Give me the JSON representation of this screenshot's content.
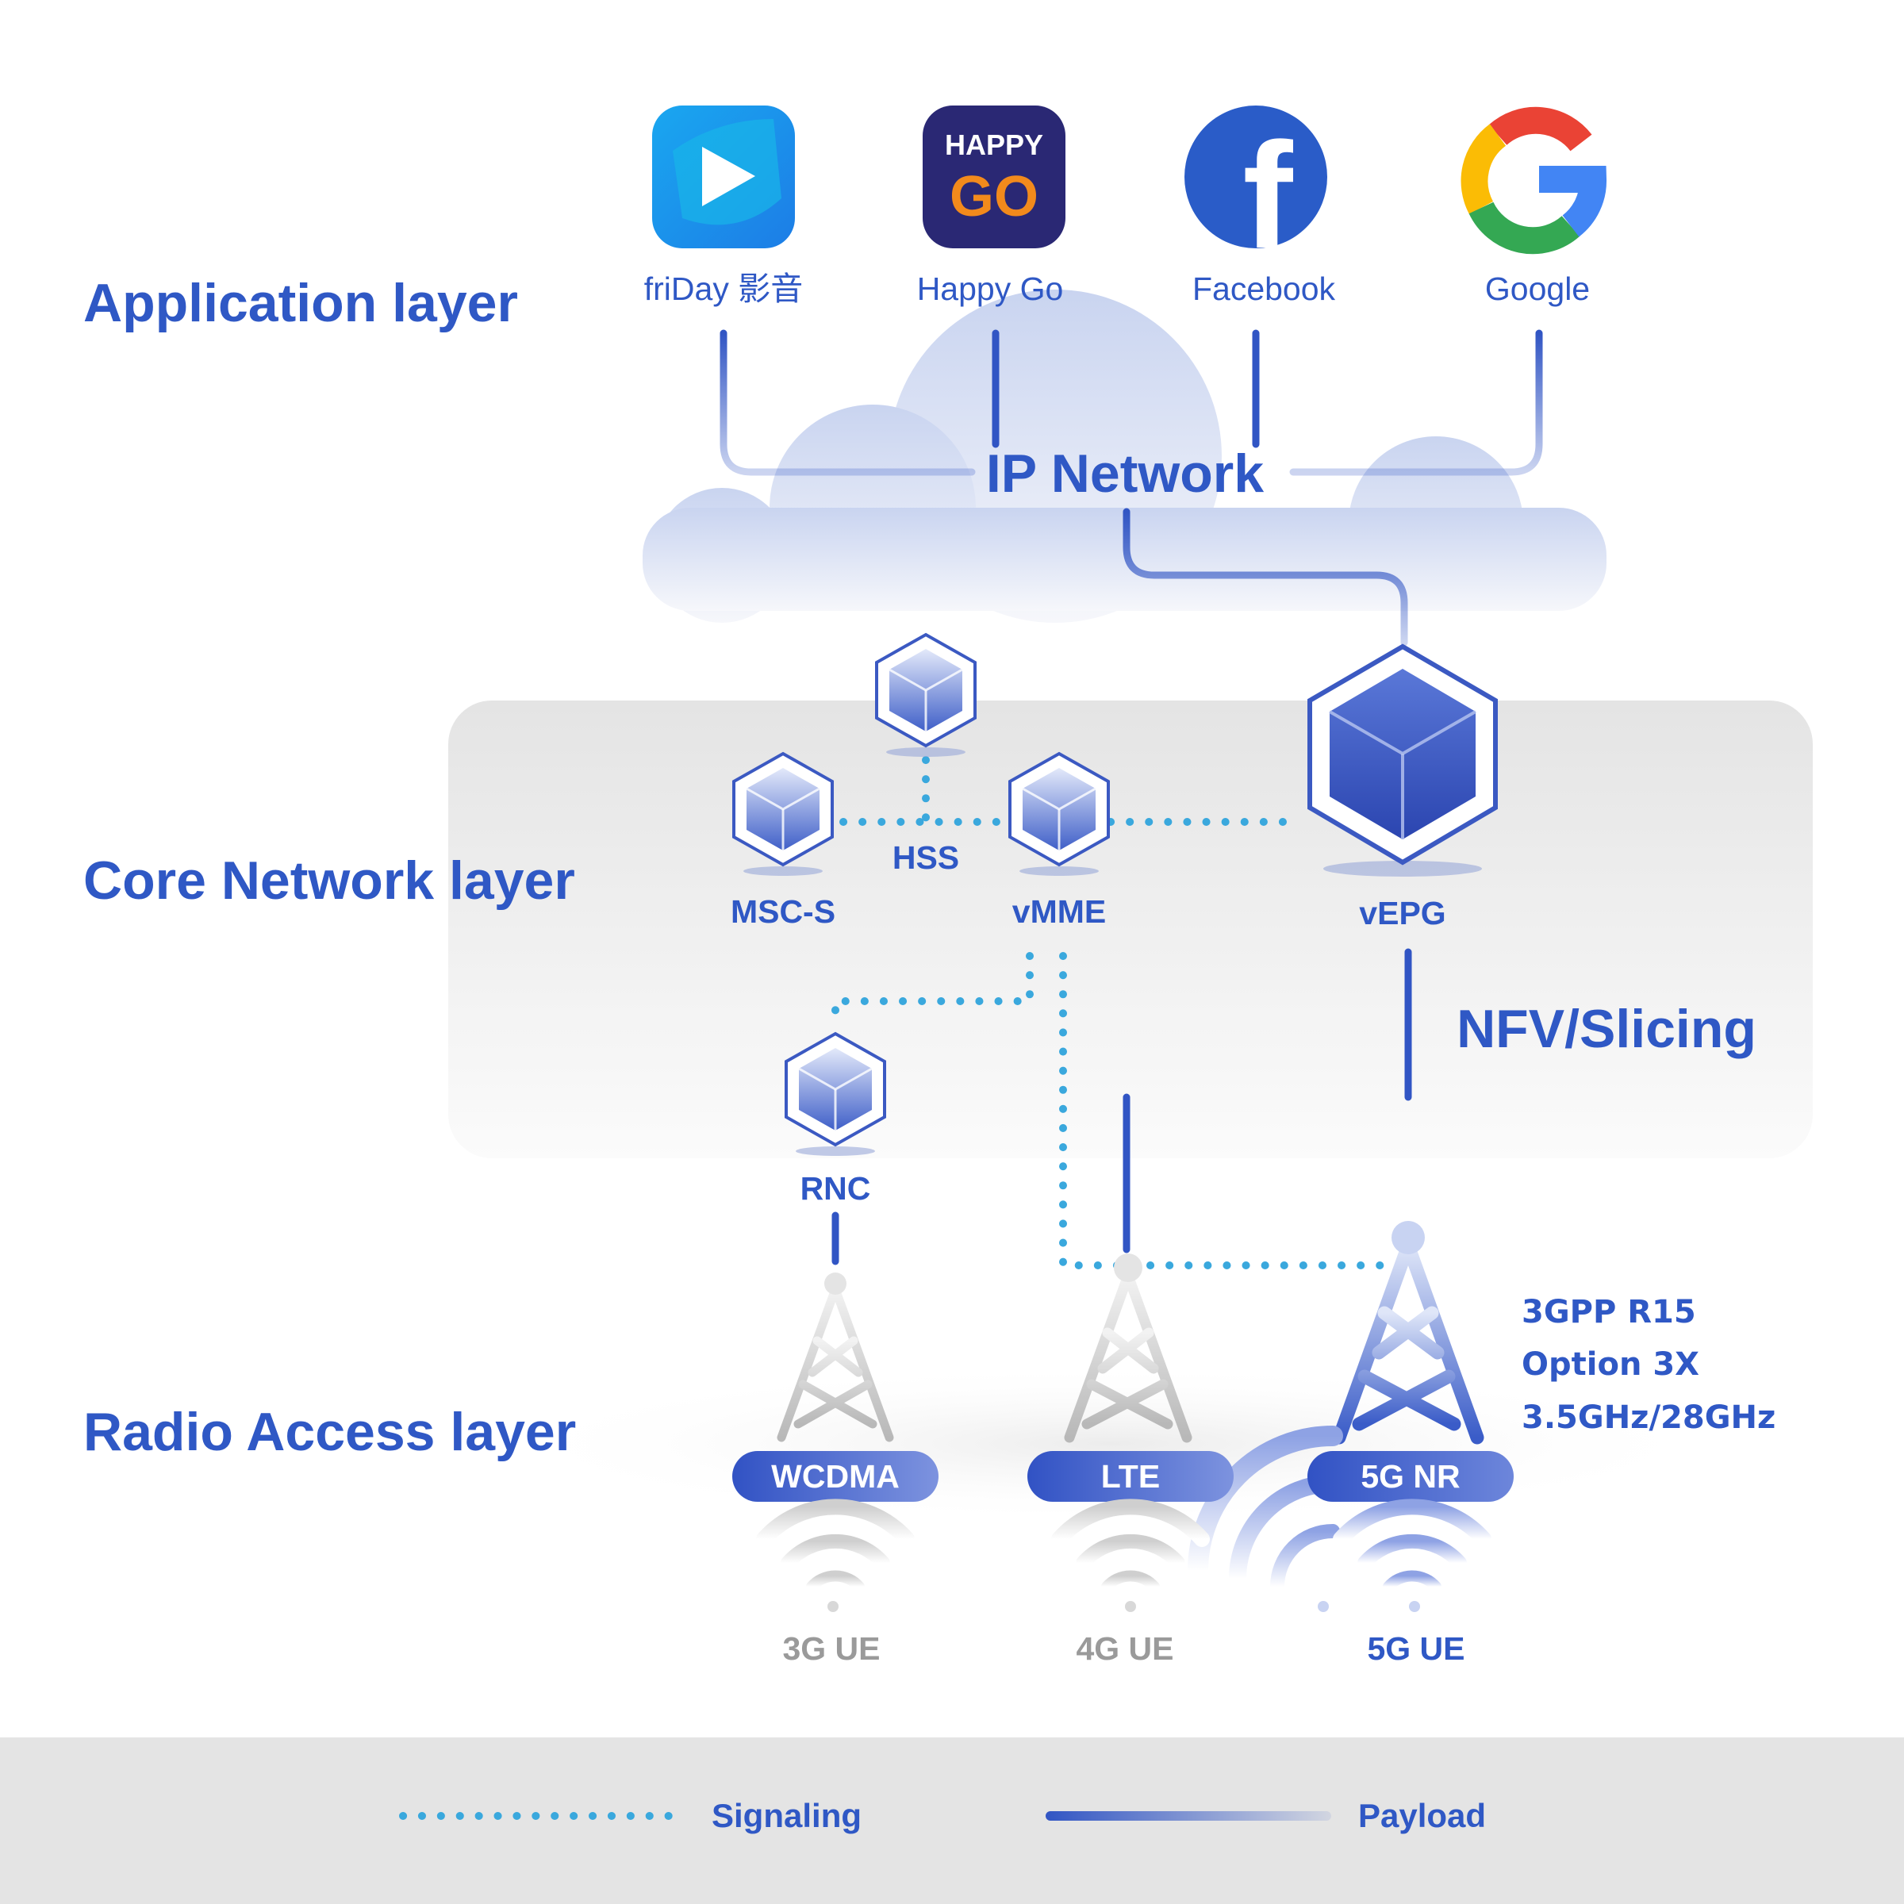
{
  "layers": {
    "application": "Application layer",
    "core": "Core Network layer",
    "radio": "Radio Access layer"
  },
  "apps": [
    {
      "label": "friDay 影音",
      "icon": "friday-video-icon"
    },
    {
      "label": "Happy Go",
      "icon": "happy-go-icon",
      "logo_text_top": "HAPPY",
      "logo_text_bottom": "GO"
    },
    {
      "label": "Facebook",
      "icon": "facebook-icon",
      "logo_glyph": "f"
    },
    {
      "label": "Google",
      "icon": "google-icon"
    }
  ],
  "ip_network": "IP Network",
  "core_nodes": {
    "hss": "HSS",
    "msc": "MSC-S",
    "vmme": "vMME",
    "vepg": "vEPG",
    "rnc": "RNC"
  },
  "nfv_label": "NFV/Slicing",
  "radio": {
    "towers": [
      {
        "label": "WCDMA",
        "ue": "3G UE"
      },
      {
        "label": "LTE",
        "ue": "4G UE"
      },
      {
        "label": "5G NR",
        "ue": "5G UE"
      }
    ],
    "spec_lines": [
      "3GPP R15",
      "Option 3X",
      "3.5GHz/28GHz"
    ]
  },
  "legend": {
    "signaling": "Signaling",
    "payload": "Payload"
  },
  "colors": {
    "primary": "#2f58c5",
    "signaling": "#3aa8dd",
    "legend_band": "#e4e4e4"
  }
}
